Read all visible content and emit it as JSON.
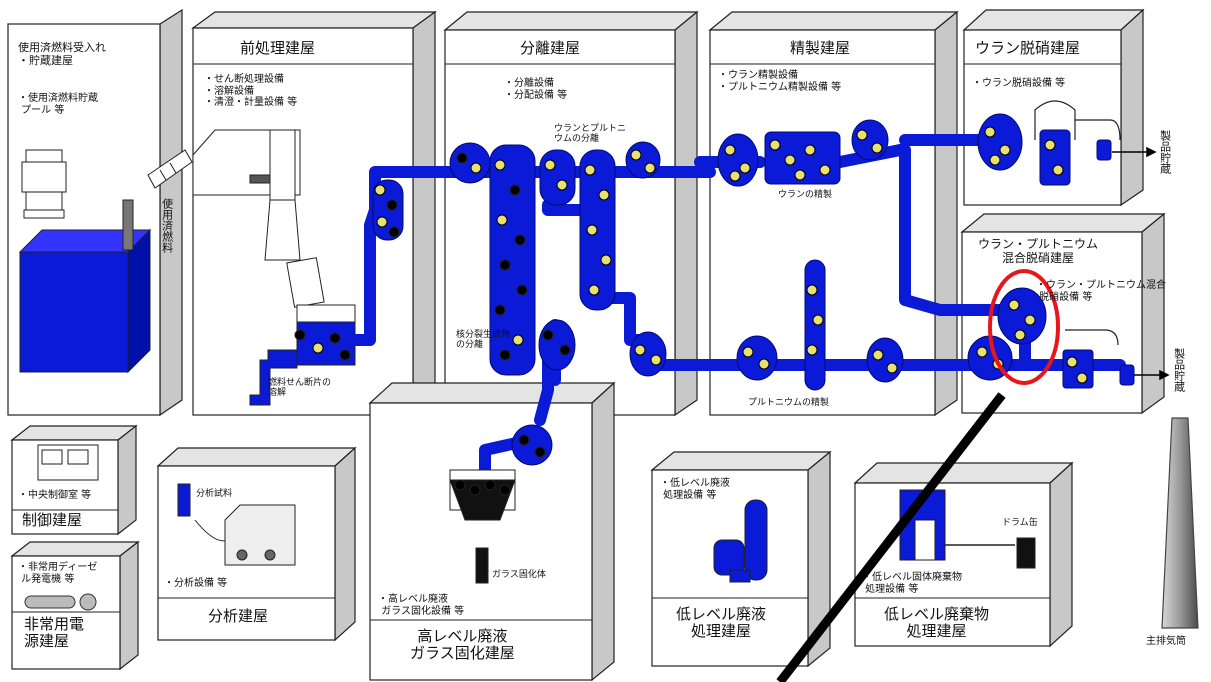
{
  "buildings": {
    "receiving": {
      "title": "使用済燃料受入れ\n・貯蔵建屋",
      "detail": "・使用済燃料貯蔵\n プール 等"
    },
    "pretreatment": {
      "title": "前処理建屋",
      "detail": "・せん断処理設備\n・溶解設備\n・清澄・計量設備 等",
      "dissolve_label": "燃料せん断片の\n溶解"
    },
    "separation": {
      "title": "分離建屋",
      "detail": "・分離設備\n・分配設備 等",
      "split_label": "ウランとプルトニ\nウムの分離",
      "fp_label": "核分裂生成物\nの分離"
    },
    "purification": {
      "title": "精製建屋",
      "detail": "・ウラン精製設備\n・プルトニウム精製設備 等",
      "u_label": "ウランの精製",
      "pu_label": "プルトニウムの精製"
    },
    "u_denitration": {
      "title": "ウラン脱硝建屋",
      "detail": "・ウラン脱硝設備 等"
    },
    "mox": {
      "title": "ウラン・プルトニウム\n混合脱硝建屋",
      "detail": "・ウラン・プルトニウム混合\n 脱硝設備 等"
    },
    "control": {
      "title": "制御建屋",
      "detail": "・中央制御室 等"
    },
    "emergency_power": {
      "title": "非常用電\n源建屋",
      "detail": "・非常用ディーゼ\n ル発電機 等"
    },
    "analysis": {
      "title": "分析建屋",
      "detail": "・分析設備 等",
      "sample_label": "分析試料"
    },
    "hlw": {
      "title": "高レベル廃液\nガラス固化建屋",
      "detail": "・高レベル廃液\n ガラス固化設備 等",
      "glass_label": "ガラス固化体"
    },
    "llw_liquid": {
      "title": "低レベル廃液\n処理建屋",
      "detail": "・低レベル廃液\n 処理設備 等"
    },
    "llw_solid": {
      "title": "低レベル廃棄物\n処理建屋",
      "detail": "・低レベル固体廃棄物\n 処理設備 等",
      "drum_label": "ドラム缶"
    }
  },
  "labels": {
    "spent_fuel": "使用済燃料",
    "product_storage_1": "製品貯蔵",
    "product_storage_2": "製品貯蔵",
    "stack": "主排気筒"
  },
  "colors": {
    "process_blue": "#0a1ad6",
    "pellet_yellow": "#e8e070",
    "highlight_red": "#e8151b",
    "building_face": "#ffffff",
    "building_side": "#c8c8c8"
  }
}
